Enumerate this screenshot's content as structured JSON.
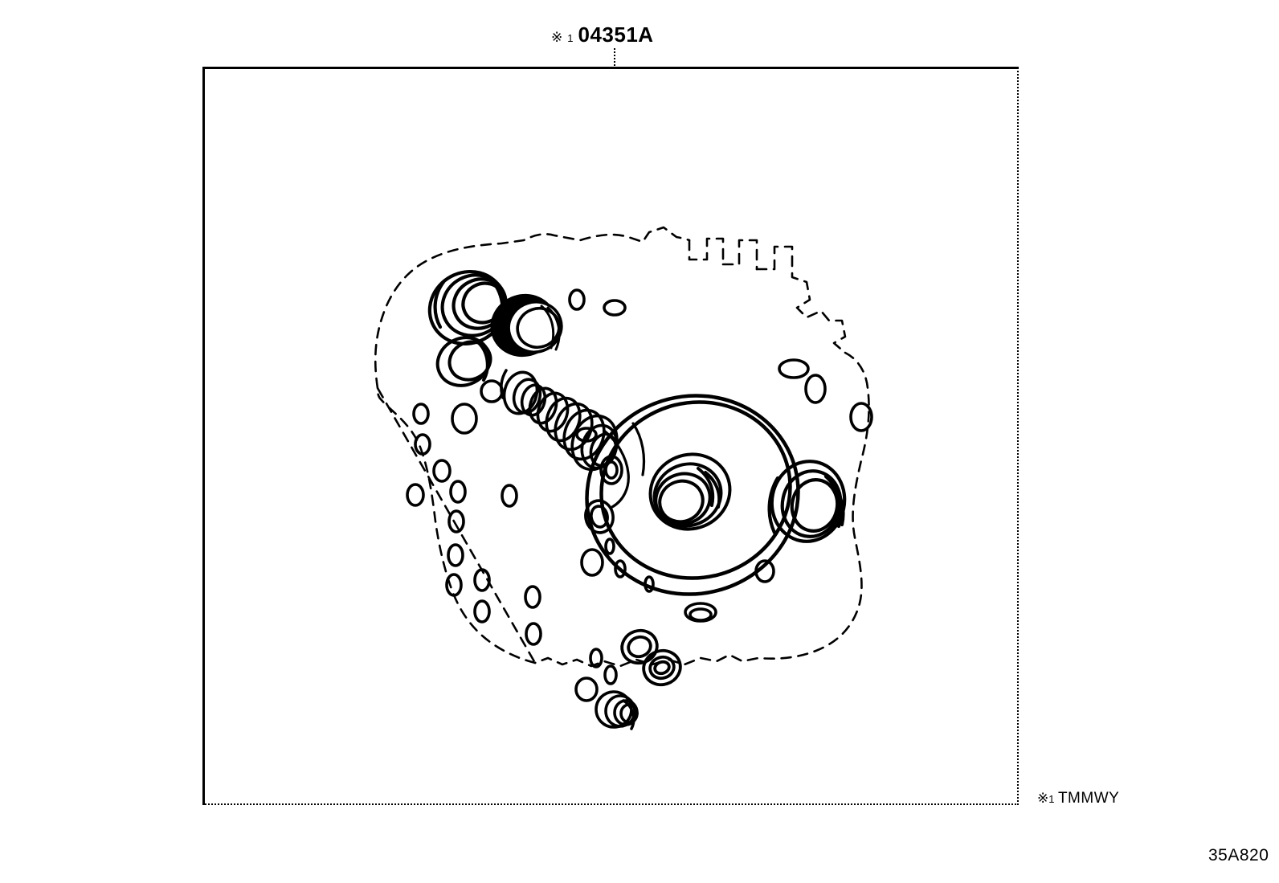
{
  "page": {
    "diagram_id": "35A820",
    "background_color": "#ffffff",
    "line_color": "#000000"
  },
  "callout": {
    "reference_mark": "※",
    "reference_number": "1",
    "part_number": "04351A",
    "leader": "dotted-vertical"
  },
  "footnote": {
    "reference_mark": "※",
    "reference_number": "1",
    "text": "TMMWY"
  },
  "frame": {
    "border_top": "solid",
    "border_left": "solid",
    "border_right": "dotted",
    "border_bottom": "dotted"
  },
  "illustration": {
    "subject": "automatic transaxle overhaul gasket and seal kit",
    "case_outline_style": "dashed",
    "components": [
      {
        "name": "oil-seal-large-upper-left",
        "type": "oil-seal"
      },
      {
        "name": "oil-seal-shaded-upper",
        "type": "oil-seal-shaded"
      },
      {
        "name": "oil-seal-small-upper-left",
        "type": "oil-seal"
      },
      {
        "name": "seal-ring-stack-diagonal",
        "type": "seal-ring-set"
      },
      {
        "name": "o-ring-large-center",
        "type": "o-ring-large"
      },
      {
        "name": "oil-seal-center-hub",
        "type": "oil-seal"
      },
      {
        "name": "oil-seal-right",
        "type": "oil-seal"
      },
      {
        "name": "o-ring-cluster-left",
        "type": "o-ring-small-set"
      },
      {
        "name": "o-ring-cluster-bottom",
        "type": "o-ring-small-set"
      },
      {
        "name": "o-ring-cluster-right",
        "type": "o-ring-small-set"
      },
      {
        "name": "seal-washer-bottom",
        "type": "seal-washer"
      }
    ]
  }
}
